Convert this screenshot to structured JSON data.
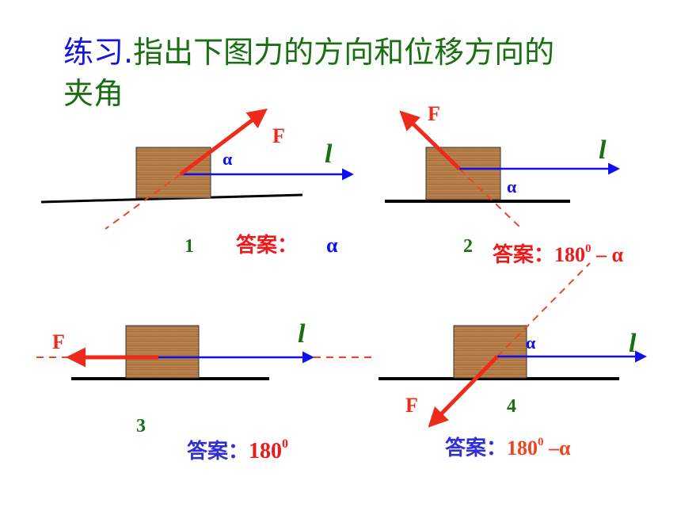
{
  "title": {
    "line1_prefix": "练习.",
    "line1_rest": "指出下图力的方向和位移方向的",
    "line2": "夹角"
  },
  "labels": {
    "force": "F",
    "displacement": "l",
    "alpha": "α"
  },
  "diagrams": [
    {
      "number": "1",
      "answer_prefix": "答案：",
      "answer_value": "α"
    },
    {
      "number": "2",
      "answer_prefix": "答案：",
      "answer_base": "180",
      "answer_sup": "0",
      "answer_tail": " – α"
    },
    {
      "number": "3",
      "answer_prefix": "答案：",
      "answer_base": "180",
      "answer_sup": "0"
    },
    {
      "number": "4",
      "answer_prefix": "答案：",
      "answer_base": "180",
      "answer_sup": "0",
      "answer_tail": " –α"
    }
  ],
  "colors": {
    "title_blue": "#1515e0",
    "title_green": "#1a6f12",
    "force_red": "#ee2a1a",
    "displacement_blue": "#1010ee",
    "dash_orange": "#ee4422",
    "number_green": "#1a6f12",
    "block_wood": "#b98350"
  }
}
